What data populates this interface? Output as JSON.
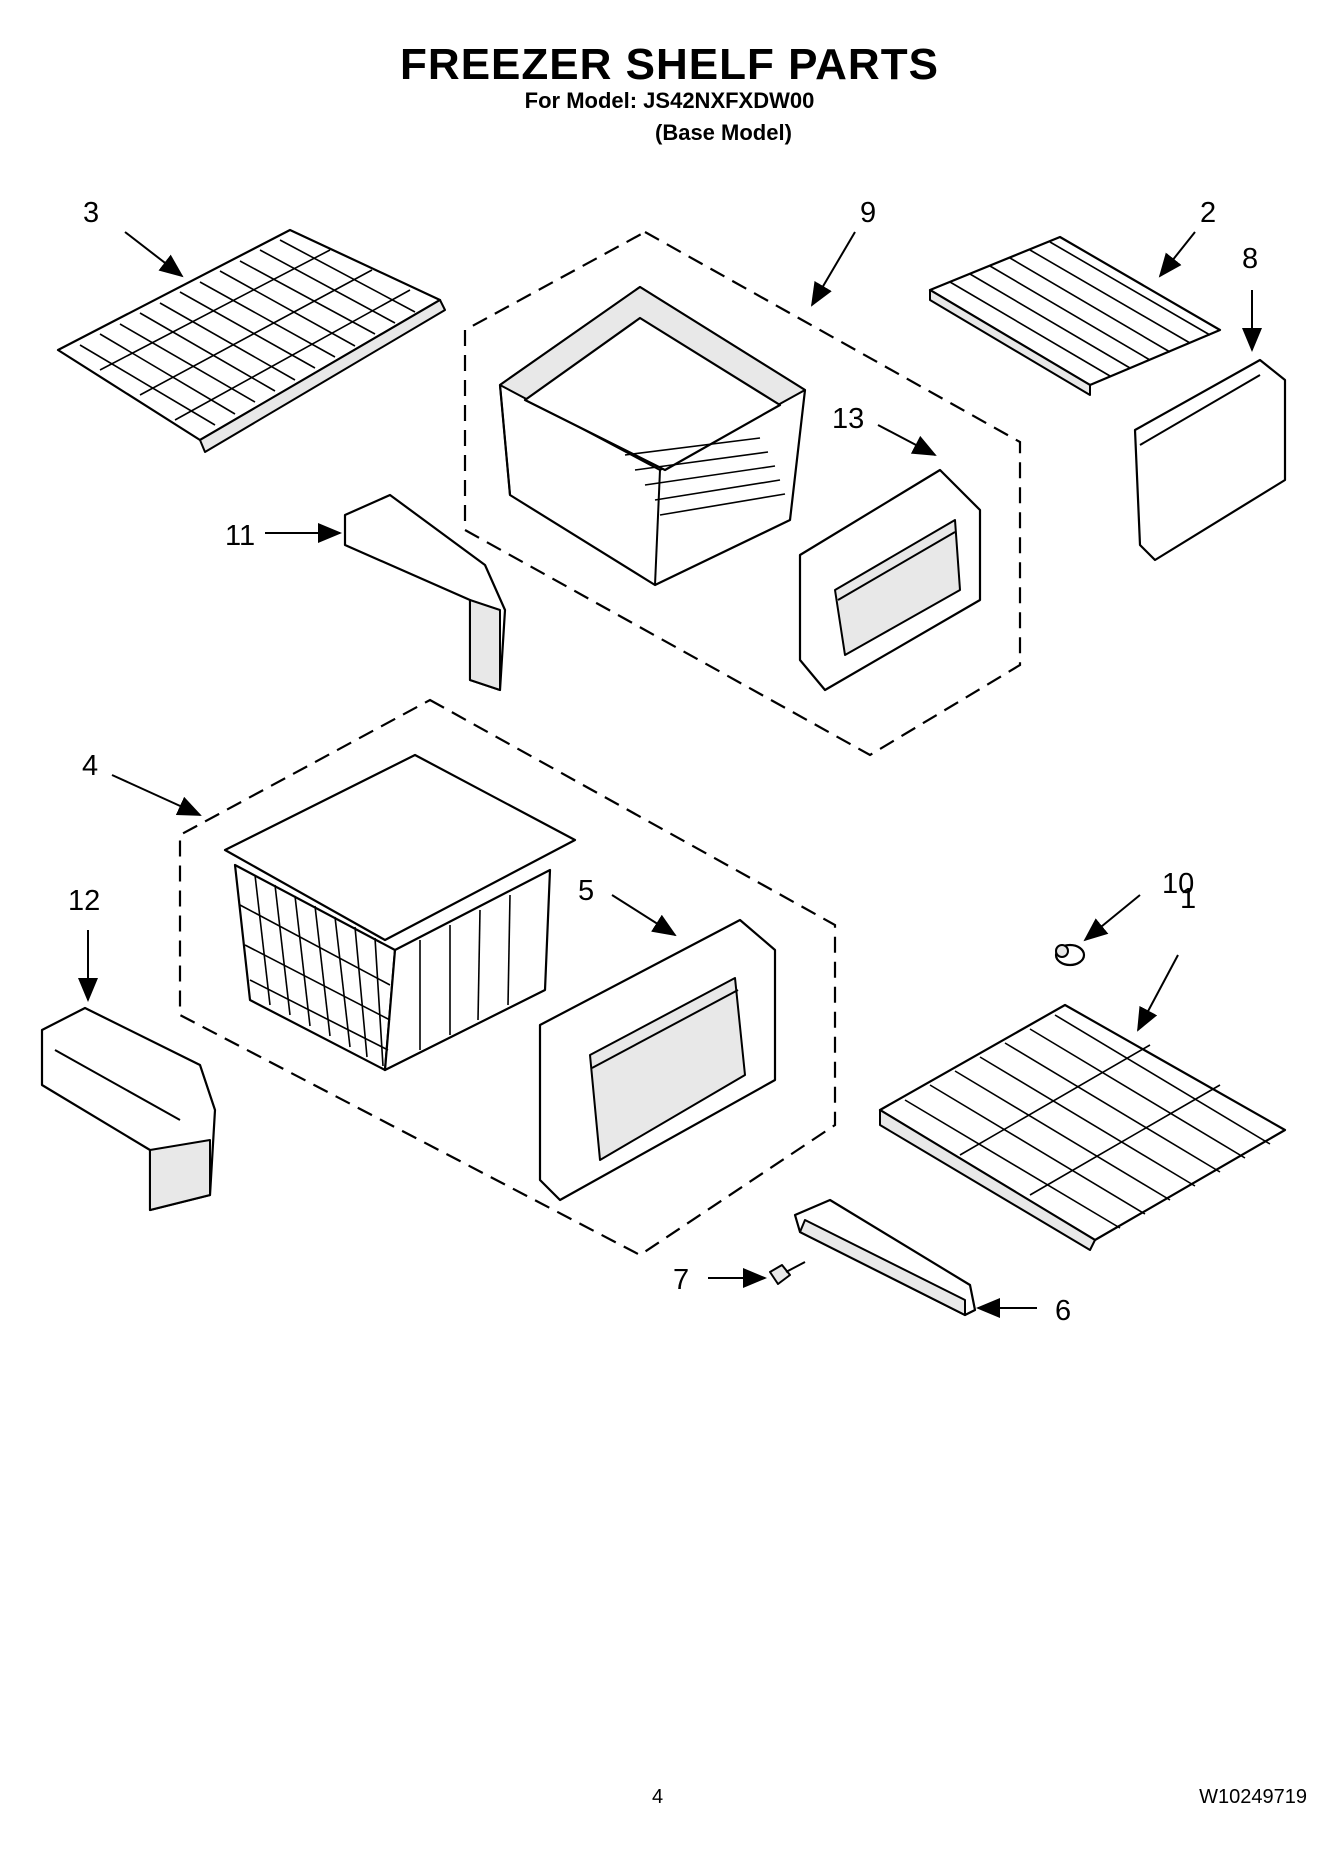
{
  "header": {
    "title": "FREEZER SHELF PARTS",
    "model_line": "For Model: JS42NXFXDW00",
    "base_model": "(Base Model)"
  },
  "callouts": [
    {
      "id": "c3",
      "label": "3"
    },
    {
      "id": "c9",
      "label": "9"
    },
    {
      "id": "c2",
      "label": "2"
    },
    {
      "id": "c8",
      "label": "8"
    },
    {
      "id": "c13",
      "label": "13"
    },
    {
      "id": "c11",
      "label": "11"
    },
    {
      "id": "c4",
      "label": "4"
    },
    {
      "id": "c12",
      "label": "12"
    },
    {
      "id": "c5",
      "label": "5"
    },
    {
      "id": "c10",
      "label": "10"
    },
    {
      "id": "c1",
      "label": "1"
    },
    {
      "id": "c7",
      "label": "7"
    },
    {
      "id": "c6",
      "label": "6"
    }
  ],
  "footer": {
    "page_number": "4",
    "doc_code": "W10249719"
  }
}
